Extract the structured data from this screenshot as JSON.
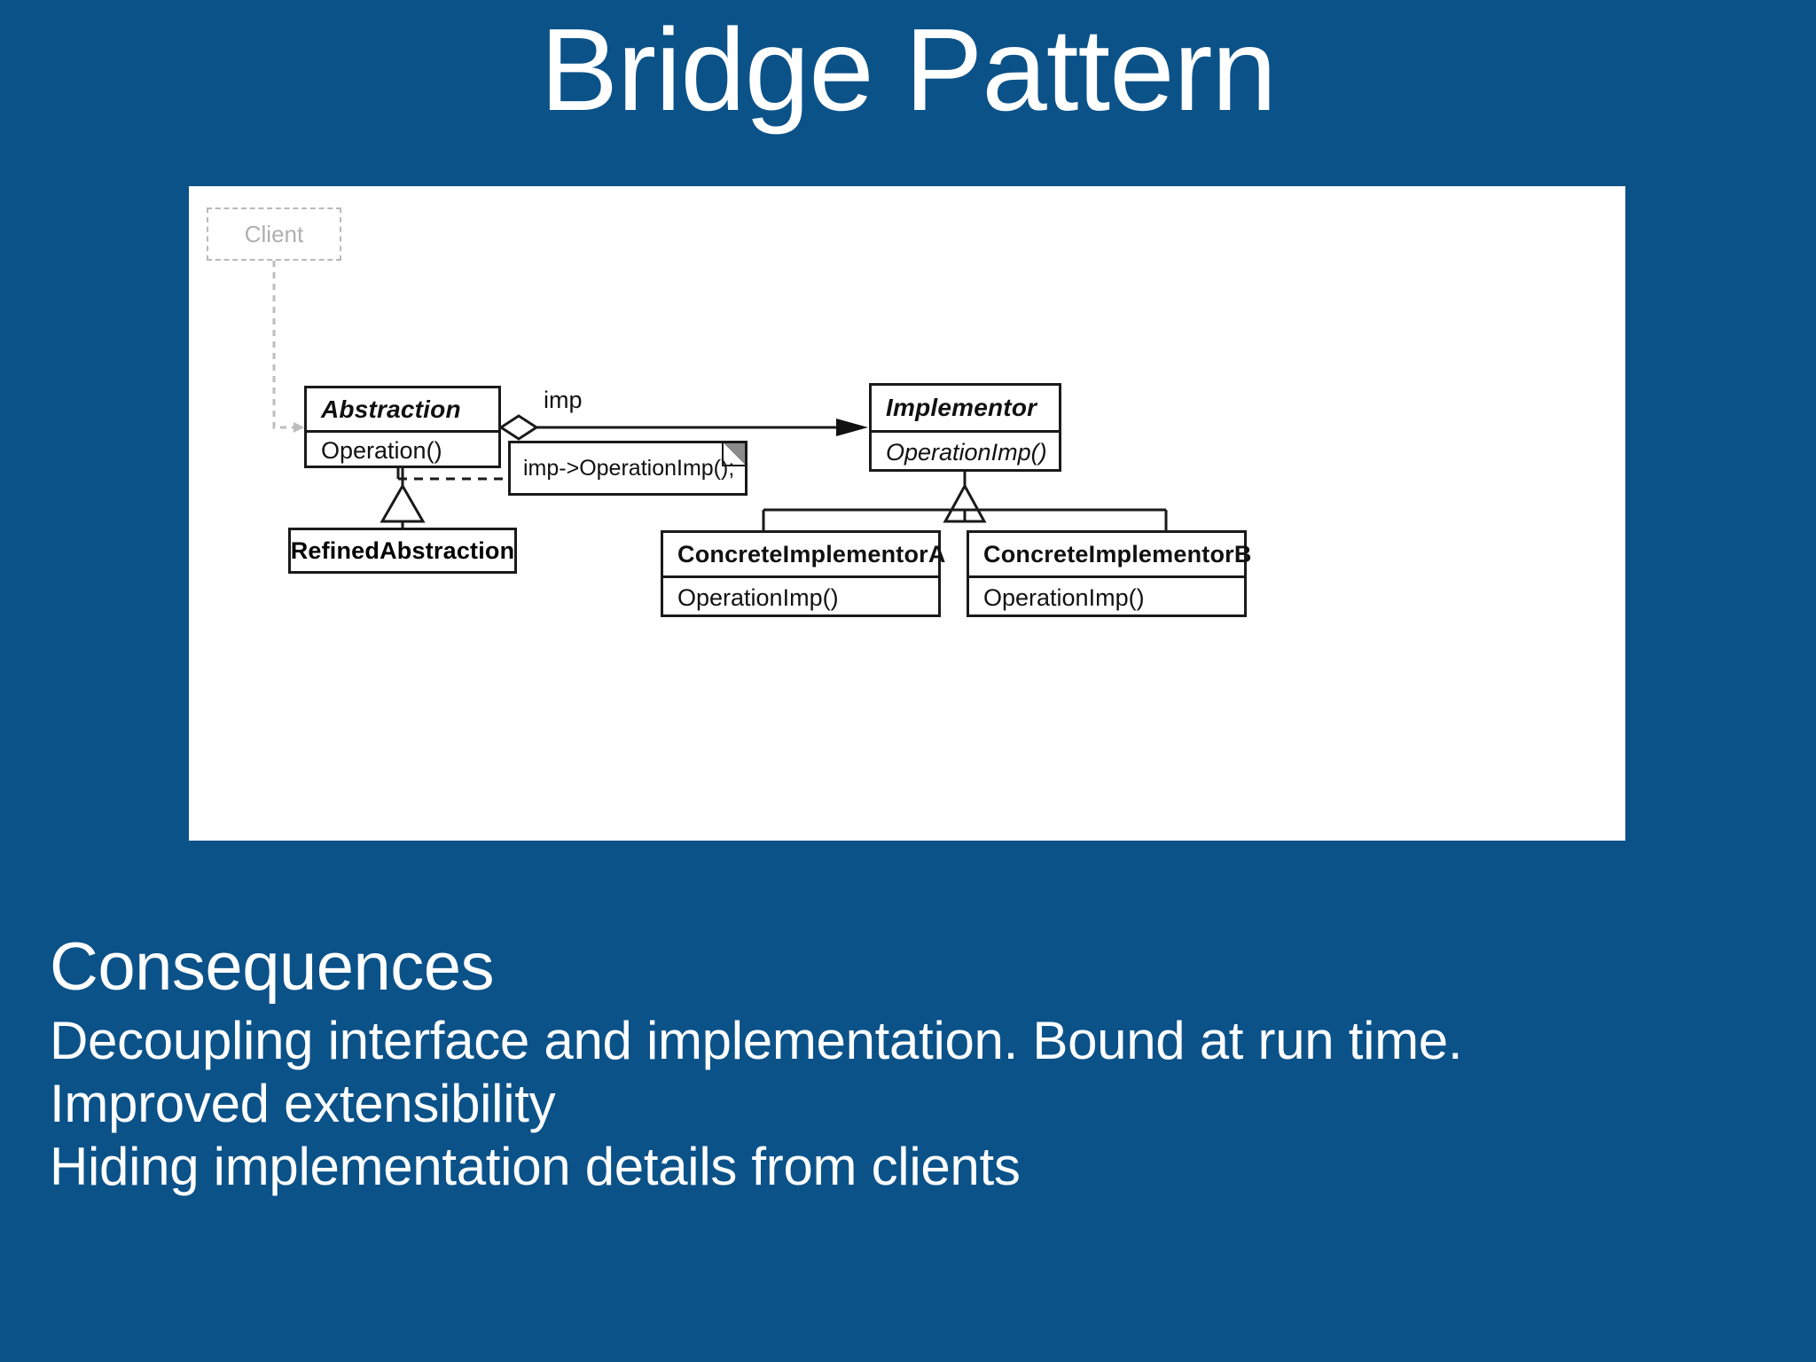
{
  "slide": {
    "title": "Bridge Pattern",
    "background_color": "#0b5289",
    "text_color": "#ffffff"
  },
  "diagram": {
    "panel_background": "#ffffff",
    "caption_alt": "UML class diagram of the Bridge design pattern",
    "client": {
      "label": "Client"
    },
    "abstraction": {
      "name": "Abstraction",
      "operation": "Operation()"
    },
    "refined_abstraction": {
      "name": "RefinedAbstraction"
    },
    "implementor": {
      "name": "Implementor",
      "operation": "OperationImp()"
    },
    "concrete_implementor_a": {
      "name": "ConcreteImplementorA",
      "operation": "OperationImp()"
    },
    "concrete_implementor_b": {
      "name": "ConcreteImplementorB",
      "operation": "OperationImp()"
    },
    "association_label": "imp",
    "note": {
      "text": "imp->OperationImp();"
    }
  },
  "consequences": {
    "heading": "Consequences",
    "lines": [
      "Decoupling interface and implementation. Bound at run time.",
      "Improved extensibility",
      "Hiding implementation details from clients"
    ]
  }
}
